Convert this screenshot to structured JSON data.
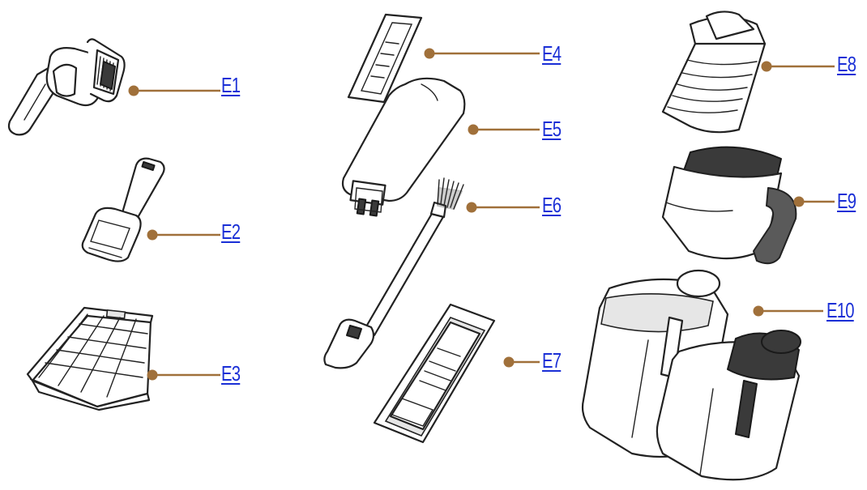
{
  "accessories": [
    {
      "id": "e1",
      "label": "E1",
      "icon": "frother-nozzle-icon"
    },
    {
      "id": "e2",
      "label": "E2",
      "icon": "measuring-scoop-icon"
    },
    {
      "id": "e3",
      "label": "E3",
      "icon": "ice-cube-tray-icon"
    },
    {
      "id": "e4",
      "label": "E4",
      "icon": "test-strip-icon"
    },
    {
      "id": "e5",
      "label": "E5",
      "icon": "water-filter-icon"
    },
    {
      "id": "e6",
      "label": "E6",
      "icon": "cleaning-brush-icon"
    },
    {
      "id": "e7",
      "label": "E7",
      "icon": "descaler-pack-icon"
    },
    {
      "id": "e8",
      "label": "E8",
      "icon": "travel-mug-icon"
    },
    {
      "id": "e9",
      "label": "E9",
      "icon": "carafe-icon"
    },
    {
      "id": "e10",
      "label": "E10",
      "icon": "cold-brew-bottles-icon"
    }
  ],
  "colors": {
    "leader": "#a0703a",
    "label": "#1a2fd6",
    "outline": "#222222"
  }
}
